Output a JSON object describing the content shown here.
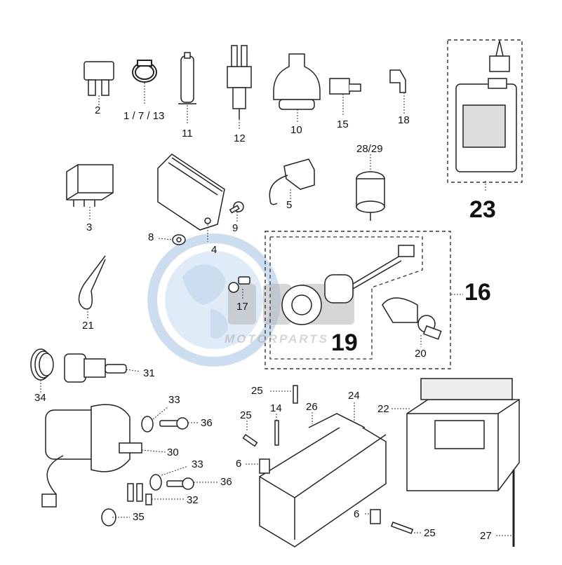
{
  "watermark": {
    "brand": "OEM",
    "sub": "MOTORPARTS"
  },
  "callouts": {
    "c2": "2",
    "c1_7_13": "1 / 7 / 13",
    "c11": "11",
    "c12": "12",
    "c10": "10",
    "c15": "15",
    "c18": "18",
    "c23": "23",
    "c3": "3",
    "c4": "4",
    "c5": "5",
    "c28_29": "28/29",
    "c8": "8",
    "c9": "9",
    "c16": "16",
    "c17": "17",
    "c19": "19",
    "c20": "20",
    "c21": "21",
    "c31": "31",
    "c34": "34",
    "c33a": "33",
    "c36a": "36",
    "c30": "30",
    "c33b": "33",
    "c36b": "36",
    "c32": "32",
    "c35": "35",
    "c25a": "25",
    "c25b": "25",
    "c14": "14",
    "c26": "26",
    "c24": "24",
    "c22": "22",
    "c6a": "6",
    "c6b": "6",
    "c25c": "25",
    "c27": "27"
  },
  "colors": {
    "line": "#222222",
    "dash": "#333333",
    "watermark_blue": "#8fb6dc",
    "watermark_grey": "#b5b5b5"
  }
}
